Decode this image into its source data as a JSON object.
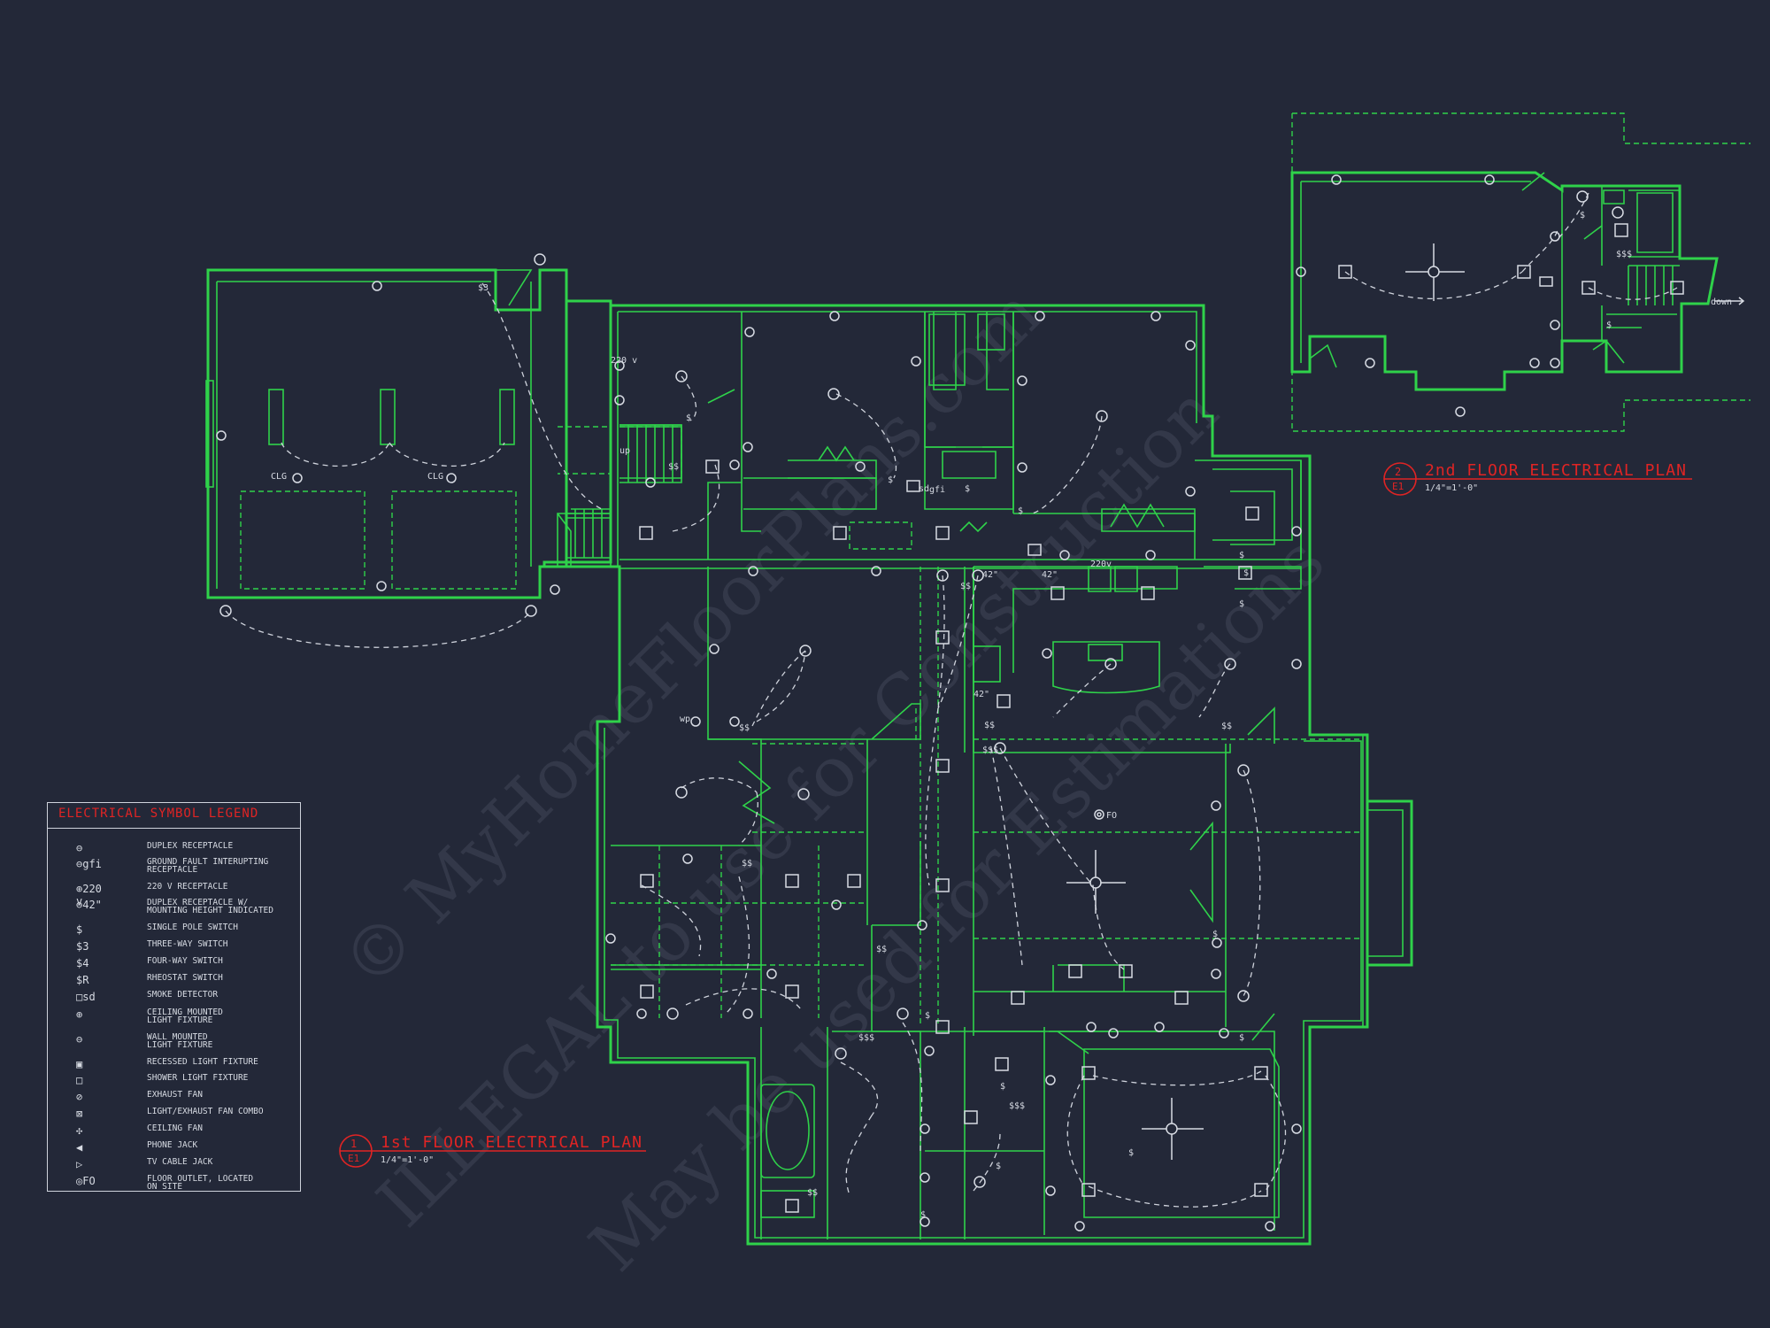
{
  "plans": {
    "first": {
      "number": "1",
      "sheet": "E1",
      "title": "1st FLOOR ELECTRICAL PLAN",
      "scale": "1/4\"=1'-0\""
    },
    "second": {
      "number": "2",
      "sheet": "E1",
      "title": "2nd FLOOR ELECTRICAL PLAN",
      "scale": "1/4\"=1'-0\""
    }
  },
  "labels": {
    "clg1": "CLG",
    "clg2": "CLG",
    "up": "up",
    "down": "down",
    "v220a": "220 v",
    "v220b": "220v",
    "fo": "FO",
    "wp": "wp",
    "h42a": "42\"",
    "h42b": "42\"",
    "h42c": "42\"",
    "gfi": "gfi",
    "sd": "sd"
  },
  "legend": {
    "title": "ELECTRICAL SYMBOL LEGEND",
    "items": [
      {
        "icon": "duplex-receptacle-icon",
        "glyph": "⊖",
        "label": "DUPLEX RECEPTACLE"
      },
      {
        "icon": "gfi-receptacle-icon",
        "glyph": "⊖gfi",
        "label": "GROUND FAULT INTERUPTING\nRECEPTACLE"
      },
      {
        "icon": "220v-receptacle-icon",
        "glyph": "⊕220 v",
        "label": "220 V RECEPTACLE"
      },
      {
        "icon": "duplex-receptacle-height-icon",
        "glyph": "⊖42\"",
        "label": "DUPLEX RECEPTACLE W/\nMOUNTING HEIGHT INDICATED"
      },
      {
        "icon": "single-pole-switch-icon",
        "glyph": "$",
        "label": "SINGLE POLE SWITCH"
      },
      {
        "icon": "three-way-switch-icon",
        "glyph": "$3",
        "label": "THREE-WAY SWITCH"
      },
      {
        "icon": "four-way-switch-icon",
        "glyph": "$4",
        "label": "FOUR-WAY SWITCH"
      },
      {
        "icon": "rheostat-switch-icon",
        "glyph": "$R",
        "label": "RHEOSTAT SWITCH"
      },
      {
        "icon": "smoke-detector-icon",
        "glyph": "□sd",
        "label": "SMOKE DETECTOR"
      },
      {
        "icon": "ceiling-light-icon",
        "glyph": "⊕",
        "label": "CEILING MOUNTED\nLIGHT FIXTURE"
      },
      {
        "icon": "wall-light-icon",
        "glyph": "⊖",
        "label": "WALL MOUNTED\nLIGHT FIXTURE"
      },
      {
        "icon": "recessed-light-icon",
        "glyph": "▣",
        "label": "RECESSED LIGHT FIXTURE"
      },
      {
        "icon": "shower-light-icon",
        "glyph": "□",
        "label": "SHOWER LIGHT FIXTURE"
      },
      {
        "icon": "exhaust-fan-icon",
        "glyph": "⊘",
        "label": "EXHAUST FAN"
      },
      {
        "icon": "light-exhaust-fan-icon",
        "glyph": "⊠",
        "label": "LIGHT/EXHAUST FAN COMBO"
      },
      {
        "icon": "ceiling-fan-icon",
        "glyph": "✣",
        "label": "CEILING FAN"
      },
      {
        "icon": "phone-jack-icon",
        "glyph": "◀",
        "label": "PHONE JACK"
      },
      {
        "icon": "tv-cable-jack-icon",
        "glyph": "▷",
        "label": "TV CABLE JACK"
      },
      {
        "icon": "floor-outlet-icon",
        "glyph": "◎FO",
        "label": "FLOOR OUTLET, LOCATED\nON SITE"
      }
    ]
  },
  "watermark": {
    "line1": "© MyHomeFloorPlans.com",
    "line2": "ILLEGAL to use for Construction",
    "line3": "May be used for Estimations"
  },
  "colors": {
    "background": "#232838",
    "walls": "#2fd24a",
    "annotation": "#e02424",
    "symbols": "#d7dbe3"
  }
}
